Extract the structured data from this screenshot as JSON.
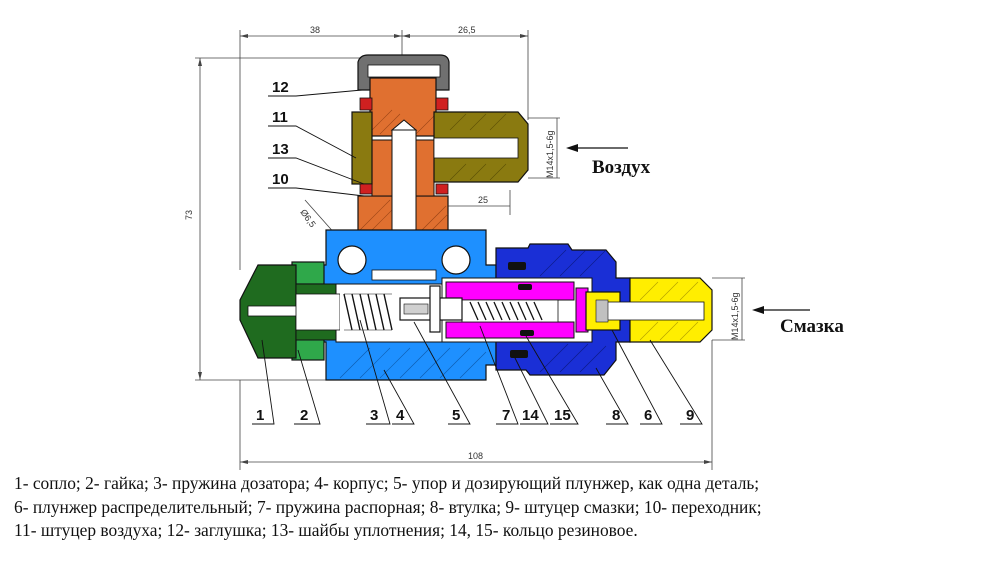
{
  "dimensions": {
    "top_left": "38",
    "top_right": "26,5",
    "height": "73",
    "bottom": "108",
    "diameter": "Ø6,5",
    "horizontal_25": "25",
    "thread_air": "M14x1,5-6g",
    "thread_grease": "M14x1,5-6g"
  },
  "flows": {
    "air": "Воздух",
    "grease": "Смазка"
  },
  "callouts": {
    "n1": "1",
    "n2": "2",
    "n3": "3",
    "n4": "4",
    "n5": "5",
    "n6": "6",
    "n7": "7",
    "n8": "8",
    "n9": "9",
    "n10": "10",
    "n11": "11",
    "n12": "12",
    "n13": "13",
    "n14": "14",
    "n15": "15"
  },
  "caption": {
    "line1": "1- сопло; 2- гайка; 3- пружина дозатора; 4- корпус; 5- упор и дозирующий плунжер, как одна деталь;",
    "line2": "6- плунжер распределительный; 7- пружина распорная; 8- втулка; 9- штуцер смазки; 10- переходник;",
    "line3": "11- штуцер воздуха; 12- заглушка; 13- шайбы уплотнения; 14, 15- кольцо резиновое."
  },
  "colors": {
    "nozzle": "#1f6b1f",
    "nut": "#2fa84a",
    "body": "#1e90ff",
    "sleeve": "#1a2fd6",
    "plunger": "#ff00ff",
    "grease_fitting": "#ffee00",
    "air_fitting": "#8a7a10",
    "adapter": "#e07030",
    "plug": "#707070",
    "seal": "#d02020"
  }
}
